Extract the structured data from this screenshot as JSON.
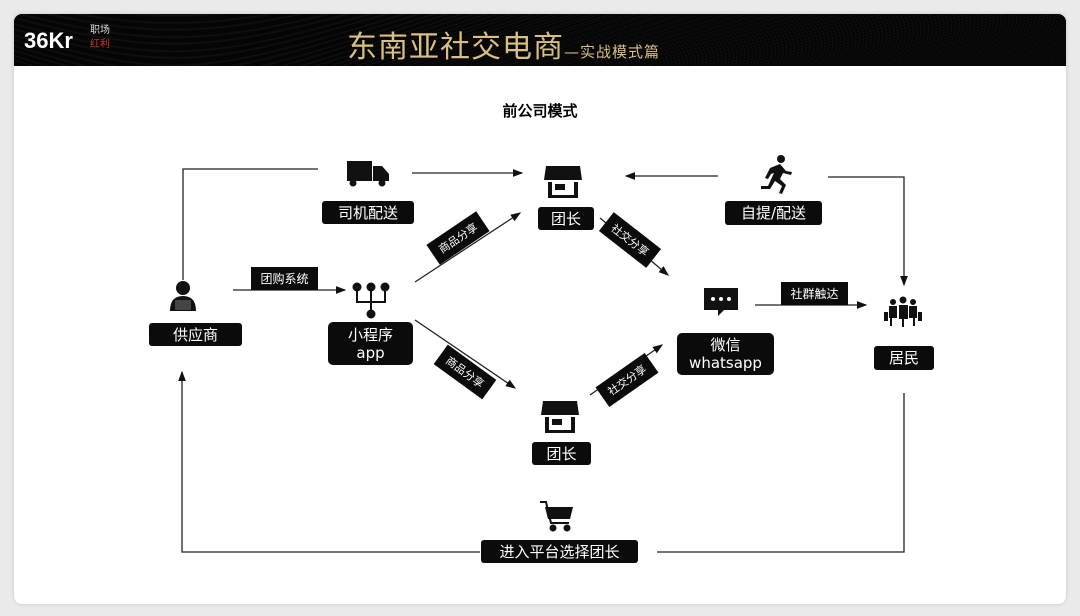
{
  "header": {
    "logo": "36Kr",
    "sub_line1": "职场",
    "sub_line2": "红利",
    "title": "东南亚社交电商",
    "subtitle": "—实战模式篇"
  },
  "diagram": {
    "title": "前公司模式",
    "nodes": {
      "driver": "司机配送",
      "leader_top": "团长",
      "pickup": "自提/配送",
      "supplier": "供应商",
      "miniapp_l1": "小程序",
      "miniapp_l2": "app",
      "wechat_l1": "微信",
      "wechat_l2": "whatsapp",
      "residents": "居民",
      "leader_bottom": "团长",
      "platform": "进入平台选择团长"
    },
    "edges": {
      "group_buy": "团购系统",
      "share_goods_top": "商品分享",
      "share_social_top": "社交分享",
      "community": "社群触达",
      "share_goods_bottom": "商品分享",
      "share_social_bottom": "社交分享"
    }
  }
}
